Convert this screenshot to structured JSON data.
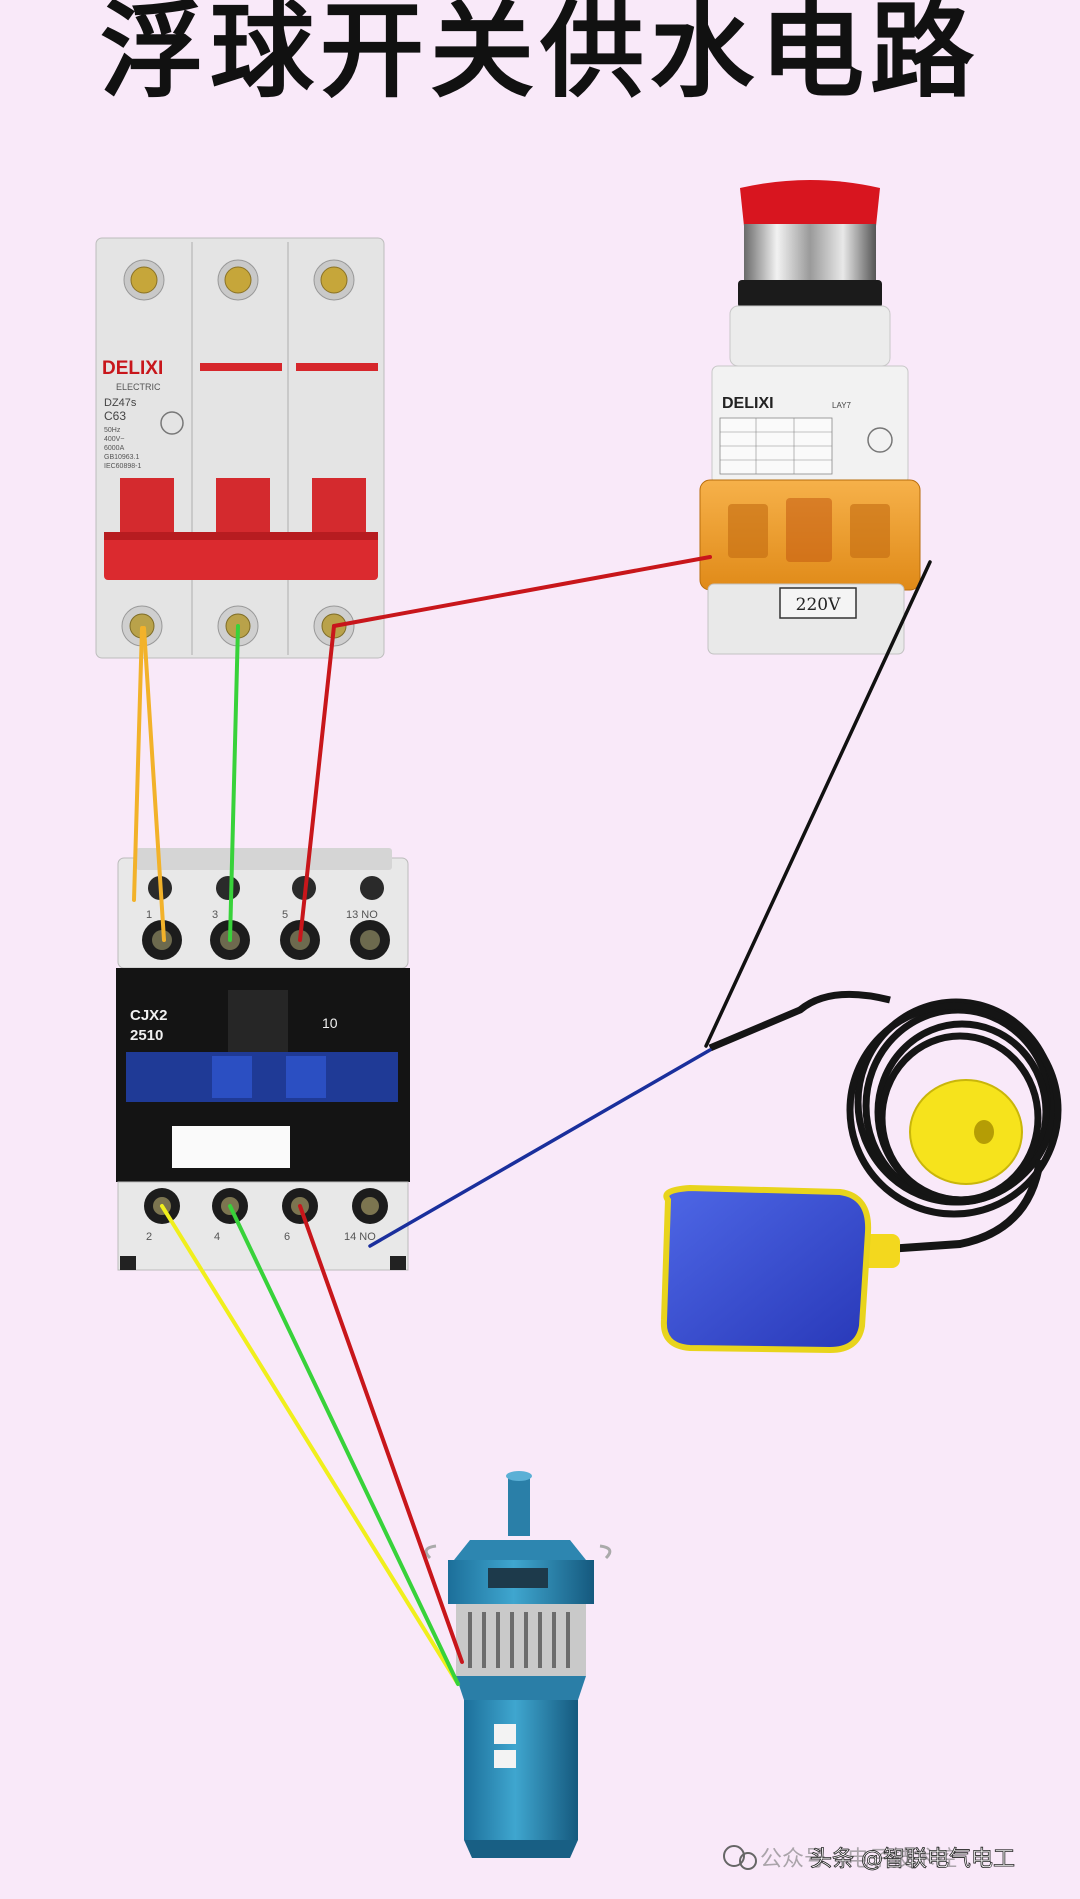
{
  "title": "浮球开关供水电路",
  "breaker": {
    "brand": "DELIXI",
    "sub": "ELECTRIC",
    "model": "DZ47s",
    "rating": "C63",
    "specs": [
      "50Hz",
      "400V~",
      "6000A",
      "GB10963.1",
      "IEC60898-1"
    ]
  },
  "button": {
    "brand": "DELIXI",
    "model": "LAY7 ",
    "voltage": "220V"
  },
  "contactor": {
    "top_labels": [
      "1",
      "3",
      "5",
      "13 NO"
    ],
    "bottom_labels": [
      "2",
      "4",
      "6",
      "14 NO"
    ],
    "model_line1": "CJX2",
    "model_line2": "2510",
    "code": "10"
  },
  "watermark": {
    "part1": "公众号 · 电子技术控",
    "part2": "头条 @智联电气电工"
  },
  "colors": {
    "background": "#f9e9f9",
    "wire_l1": "#f2b22a",
    "wire_l2": "#38d23a",
    "wire_l3": "#c8161b",
    "wire_neutral": "#111111",
    "wire_signal": "#1a2f9c",
    "wire_out_yellow": "#f0ef1c"
  }
}
